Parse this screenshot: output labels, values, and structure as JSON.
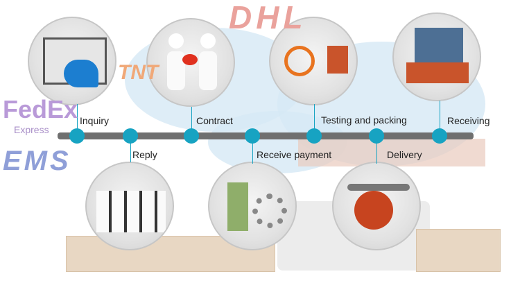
{
  "title": "Order process timeline",
  "logos": {
    "fedex": "FedEx",
    "fedex_sub": "Express",
    "ems": "EMS",
    "dhl": "DHL",
    "tnt": "TNT"
  },
  "steps_top": [
    {
      "label": "Inquiry",
      "icon": "envelope-reply-icon"
    },
    {
      "label": "Contract",
      "icon": "handshake-figures-icon"
    },
    {
      "label": "Testing and packing",
      "icon": "packing-figures-icon"
    },
    {
      "label": "Receiving",
      "icon": "container-unloading-icon"
    }
  ],
  "steps_bottom": [
    {
      "label": "Reply",
      "icon": "call-center-icon"
    },
    {
      "label": "Receive payment",
      "icon": "money-gears-icon"
    },
    {
      "label": "Delivery",
      "icon": "airplane-globe-ship-icon"
    }
  ],
  "colors": {
    "accent": "#17a3c2",
    "bar": "#6f6f6f"
  }
}
